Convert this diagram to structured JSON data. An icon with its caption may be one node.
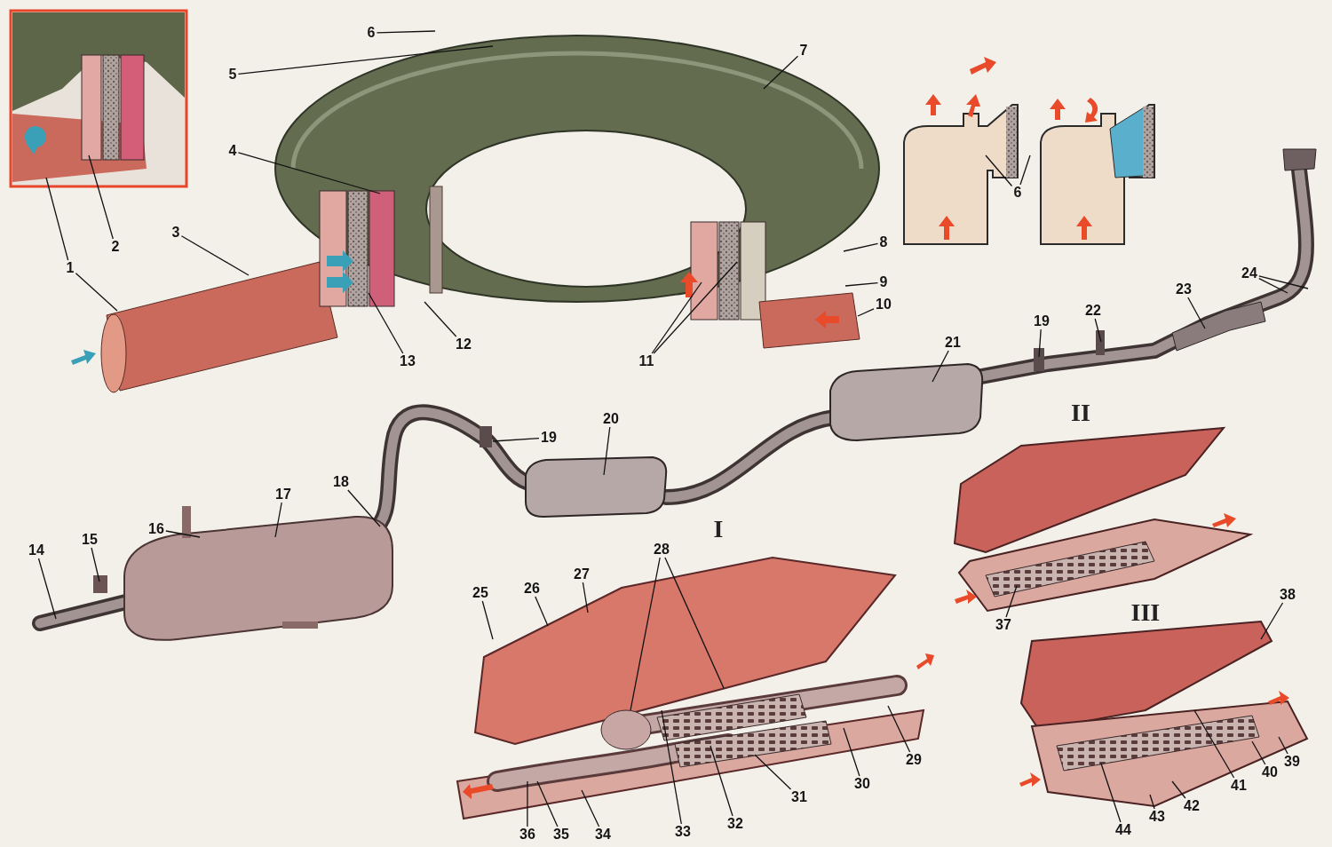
{
  "diagram": {
    "nodes": [
      {
        "text": [
          "1"
        ]
      },
      {
        "text": [
          "2"
        ]
      },
      {
        "text": [
          "3"
        ]
      },
      {
        "text": [
          "4"
        ]
      },
      {
        "text": [
          "5"
        ]
      },
      {
        "text": [
          "6"
        ]
      },
      {
        "text": [
          "7"
        ]
      },
      {
        "text": [
          "8"
        ]
      },
      {
        "text": [
          "9"
        ]
      },
      {
        "text": [
          "10"
        ]
      },
      {
        "text": [
          "11"
        ]
      },
      {
        "text": [
          "12"
        ]
      },
      {
        "text": [
          "13"
        ]
      },
      {
        "text": [
          "6"
        ]
      },
      {
        "text": [
          "24"
        ]
      },
      {
        "text": [
          "23"
        ]
      },
      {
        "text": [
          "22"
        ]
      },
      {
        "text": [
          "19"
        ]
      },
      {
        "text": [
          "21"
        ]
      },
      {
        "text": [
          "20"
        ]
      },
      {
        "text": [
          "19"
        ]
      },
      {
        "text": [
          "18"
        ]
      },
      {
        "text": [
          "17"
        ]
      },
      {
        "text": [
          "16"
        ]
      },
      {
        "text": [
          "15"
        ]
      },
      {
        "text": [
          "14"
        ]
      },
      {
        "text": [
          "25"
        ]
      },
      {
        "text": [
          "26"
        ]
      },
      {
        "text": [
          "27"
        ]
      },
      {
        "text": [
          "28"
        ]
      },
      {
        "text": [
          "29"
        ]
      },
      {
        "text": [
          "30"
        ]
      },
      {
        "text": [
          "31"
        ]
      },
      {
        "text": [
          "32"
        ]
      },
      {
        "text": [
          "33"
        ]
      },
      {
        "text": [
          "34"
        ]
      },
      {
        "text": [
          "35"
        ]
      },
      {
        "text": [
          "36"
        ]
      },
      {
        "text": [
          "37"
        ]
      },
      {
        "text": [
          "38"
        ]
      },
      {
        "text": [
          "39"
        ]
      },
      {
        "text": [
          "40"
        ]
      },
      {
        "text": [
          "41"
        ]
      },
      {
        "text": [
          "42"
        ]
      },
      {
        "text": [
          "43"
        ]
      },
      {
        "text": [
          "44"
        ]
      }
    ],
    "edges": [
      {
        "from": 0,
        "to": null,
        "arrow": "none"
      },
      {
        "from": 0,
        "to": null,
        "arrow": "none"
      },
      {
        "from": 1,
        "to": null,
        "arrow": "none"
      },
      {
        "from": 2,
        "to": null,
        "arrow": "none"
      },
      {
        "from": 3,
        "to": null,
        "arrow": "none"
      },
      {
        "from": 4,
        "to": null,
        "arrow": "none"
      },
      {
        "from": 5,
        "to": null,
        "arrow": "none"
      },
      {
        "from": 6,
        "to": null,
        "arrow": "none"
      },
      {
        "from": 7,
        "to": null,
        "arrow": "none"
      },
      {
        "from": 8,
        "to": null,
        "arrow": "none"
      },
      {
        "from": 9,
        "to": null,
        "arrow": "none"
      },
      {
        "from": 10,
        "to": null,
        "arrow": "none"
      },
      {
        "from": 10,
        "to": null,
        "arrow": "none"
      },
      {
        "from": 11,
        "to": null,
        "arrow": "none"
      },
      {
        "from": 12,
        "to": null,
        "arrow": "none"
      },
      {
        "from": 13,
        "to": null,
        "arrow": "none"
      },
      {
        "from": 13,
        "to": null,
        "arrow": "none"
      },
      {
        "from": 14,
        "to": null,
        "arrow": "none"
      },
      {
        "from": 14,
        "to": null,
        "arrow": "none"
      },
      {
        "from": 15,
        "to": null,
        "arrow": "none"
      },
      {
        "from": 16,
        "to": null,
        "arrow": "none"
      },
      {
        "from": 17,
        "to": null,
        "arrow": "none"
      },
      {
        "from": 18,
        "to": null,
        "arrow": "none"
      },
      {
        "from": 19,
        "to": null,
        "arrow": "none"
      },
      {
        "from": 20,
        "to": null,
        "arrow": "none"
      },
      {
        "from": 21,
        "to": null,
        "arrow": "none"
      },
      {
        "from": 22,
        "to": null,
        "arrow": "none"
      },
      {
        "from": 23,
        "to": null,
        "arrow": "none"
      },
      {
        "from": 24,
        "to": null,
        "arrow": "none"
      },
      {
        "from": 25,
        "to": null,
        "arrow": "none"
      },
      {
        "from": 26,
        "to": null,
        "arrow": "none"
      },
      {
        "from": 27,
        "to": null,
        "arrow": "none"
      },
      {
        "from": 28,
        "to": null,
        "arrow": "none"
      },
      {
        "from": 29,
        "to": null,
        "arrow": "none"
      },
      {
        "from": 29,
        "to": null,
        "arrow": "none"
      },
      {
        "from": 30,
        "to": null,
        "arrow": "none"
      },
      {
        "from": 31,
        "to": null,
        "arrow": "none"
      },
      {
        "from": 32,
        "to": null,
        "arrow": "none"
      },
      {
        "from": 33,
        "to": null,
        "arrow": "none"
      },
      {
        "from": 34,
        "to": null,
        "arrow": "none"
      },
      {
        "from": 35,
        "to": null,
        "arrow": "none"
      },
      {
        "from": 36,
        "to": null,
        "arrow": "none"
      },
      {
        "from": 37,
        "to": null,
        "arrow": "none"
      },
      {
        "from": 38,
        "to": null,
        "arrow": "none"
      },
      {
        "from": 39,
        "to": null,
        "arrow": "none"
      },
      {
        "from": 40,
        "to": null,
        "arrow": "none"
      },
      {
        "from": 41,
        "to": null,
        "arrow": "none"
      },
      {
        "from": 42,
        "to": null,
        "arrow": "none"
      },
      {
        "from": 43,
        "to": null,
        "arrow": "none"
      },
      {
        "from": 44,
        "to": null,
        "arrow": "none"
      },
      {
        "from": 45,
        "to": null,
        "arrow": "none"
      }
    ],
    "labels": [
      "II",
      "I",
      "III"
    ]
  }
}
